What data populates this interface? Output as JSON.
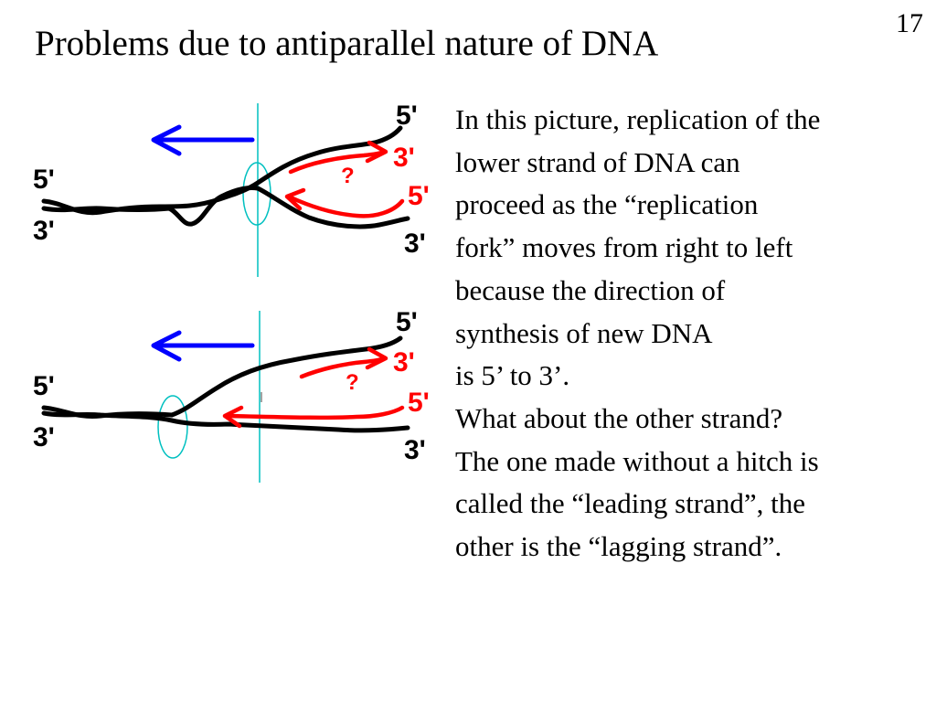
{
  "slide": {
    "title": "Problems due to antiparallel nature of DNA",
    "number": "17"
  },
  "colors": {
    "strand": "#000000",
    "new_strand": "#ff0000",
    "fork_direction_arrow": "#0000ff",
    "fork_marker": "#00c0c0"
  },
  "diagram": {
    "top_panel": {
      "labels": {
        "left_top": "5'",
        "left_bottom": "3'",
        "right_top_5": "5'",
        "right_red_3": "3'",
        "right_red_5": "5'",
        "right_bottom_3": "3'",
        "question": "?"
      }
    },
    "bottom_panel": {
      "labels": {
        "left_top": "5'",
        "left_bottom": "3'",
        "right_top_5": "5'",
        "right_red_3": "3'",
        "right_red_5": "5'",
        "right_bottom_3": "3'",
        "question": "?"
      }
    }
  },
  "body": {
    "lines": [
      "In this picture, replication of the",
      "lower strand of DNA can",
      "proceed as the “replication",
      "fork” moves from right to left",
      "because the direction of",
      "synthesis of new DNA",
      " is 5’ to 3’.",
      "What about the other strand?",
      "The one made without a hitch is",
      "called the “leading strand”, the",
      "other is the “lagging strand”."
    ]
  }
}
